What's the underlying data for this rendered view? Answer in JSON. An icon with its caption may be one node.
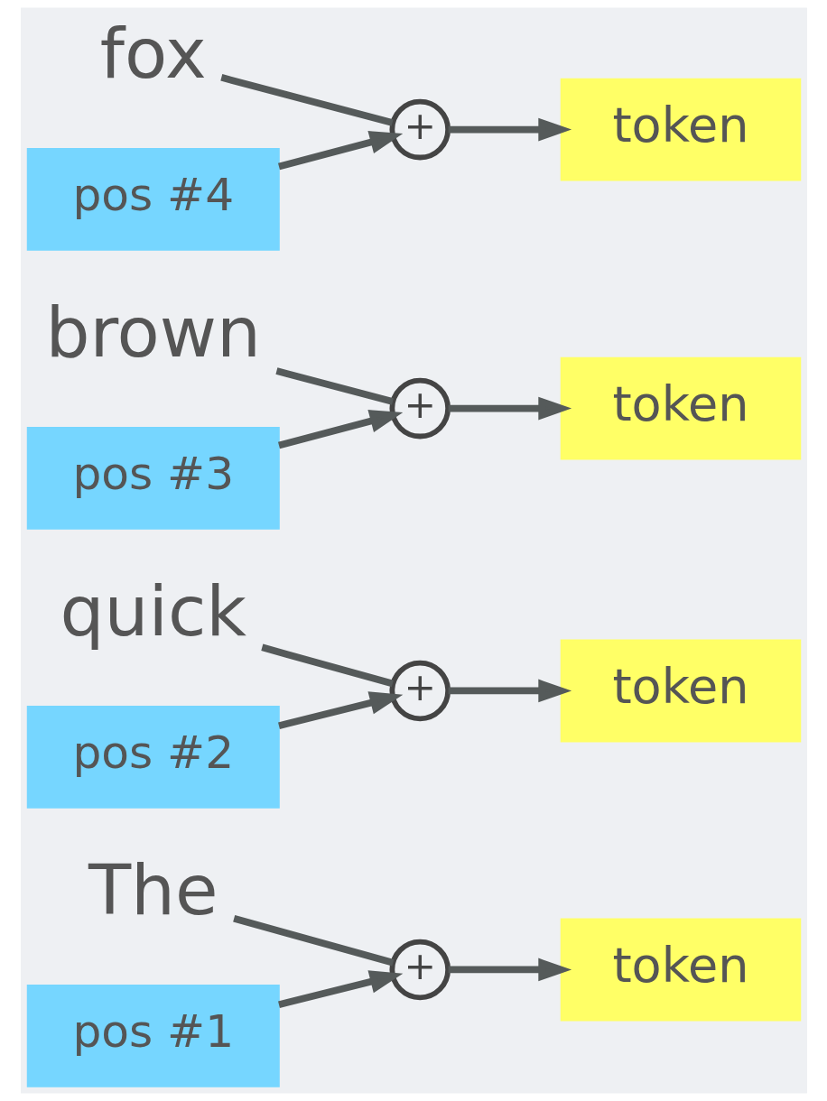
{
  "diagram": {
    "nodes": [
      {
        "text": [
          "The"
        ]
      },
      {
        "text": [
          "+"
        ]
      },
      {
        "text": [
          "token"
        ]
      },
      {
        "text": [
          "pos #1"
        ]
      },
      {
        "text": [
          "quick"
        ]
      },
      {
        "text": [
          "+"
        ]
      },
      {
        "text": [
          "token"
        ]
      },
      {
        "text": [
          "pos #2"
        ]
      },
      {
        "text": [
          "brown"
        ]
      },
      {
        "text": [
          "+"
        ]
      },
      {
        "text": [
          "token"
        ]
      },
      {
        "text": [
          "pos #3"
        ]
      },
      {
        "text": [
          "fox"
        ]
      },
      {
        "text": [
          "+"
        ]
      },
      {
        "text": [
          "token"
        ]
      },
      {
        "text": [
          "pos #4"
        ]
      }
    ],
    "edges": [
      {
        "from": 0,
        "to": 1,
        "arrow": "none"
      },
      {
        "from": 1,
        "to": 2,
        "arrow": "to"
      },
      {
        "from": 3,
        "to": 1,
        "arrow": "to"
      },
      {
        "from": 4,
        "to": 5,
        "arrow": "none"
      },
      {
        "from": 5,
        "to": 6,
        "arrow": "to"
      },
      {
        "from": 7,
        "to": 5,
        "arrow": "to"
      },
      {
        "from": 8,
        "to": 9,
        "arrow": "none"
      },
      {
        "from": 9,
        "to": 10,
        "arrow": "to"
      },
      {
        "from": 11,
        "to": 9,
        "arrow": "to"
      },
      {
        "from": 12,
        "to": 13,
        "arrow": "none"
      },
      {
        "from": 13,
        "to": 14,
        "arrow": "to"
      },
      {
        "from": 15,
        "to": 13,
        "arrow": "to"
      }
    ]
  }
}
